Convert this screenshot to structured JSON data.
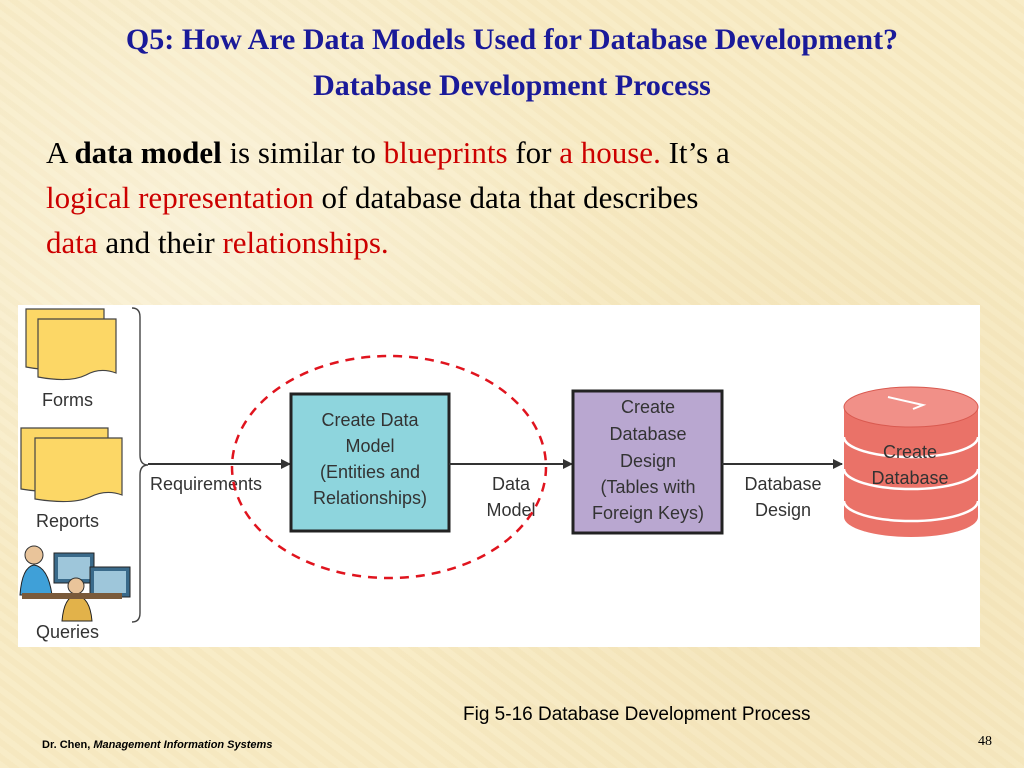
{
  "slide": {
    "title_line1": "Q5: How Are Data Models Used for Database Development?",
    "title_line2": "Database Development Process",
    "body": {
      "p1": "A ",
      "p2": "data model",
      "p3": " is similar to ",
      "p4": "blueprints",
      "p5": " for ",
      "p6": "a house.",
      "p7": " It’s a ",
      "p8": "logical representation",
      "p9": " of database data that describes ",
      "p10": "data",
      "p11": " and their ",
      "p12": "relationships."
    },
    "caption": "Fig 5-16 Database Development Process",
    "footer_author": "Dr. Chen, ",
    "footer_course": "Management Information Systems",
    "page_number": "48"
  },
  "diagram": {
    "inputs": [
      "Forms",
      "Reports",
      "Queries"
    ],
    "requirements_label": "Requirements",
    "box1_lines": [
      "Create Data",
      "Model",
      "(Entities and",
      "Relationships)"
    ],
    "data_model_lines": [
      "Data",
      "Model"
    ],
    "box2_lines": [
      "Create",
      "Database",
      "Design",
      "(Tables with",
      "Foreign Keys)"
    ],
    "database_design_lines": [
      "Database",
      "Design"
    ],
    "cylinder_lines": [
      "Create",
      "Database"
    ],
    "colors": {
      "box1_fill": "#8ed5dd",
      "box2_fill": "#b9a7d0",
      "cylinder_fill": "#ea7268",
      "highlight_ellipse": "#e0141e",
      "doc_fill": "#fcd766",
      "title_color": "#1a1a99",
      "accent_red": "#cc0000"
    },
    "icons": [
      "forms-document-stack-icon",
      "reports-document-stack-icon",
      "queries-users-at-computers-icon",
      "database-cylinder-icon"
    ]
  }
}
